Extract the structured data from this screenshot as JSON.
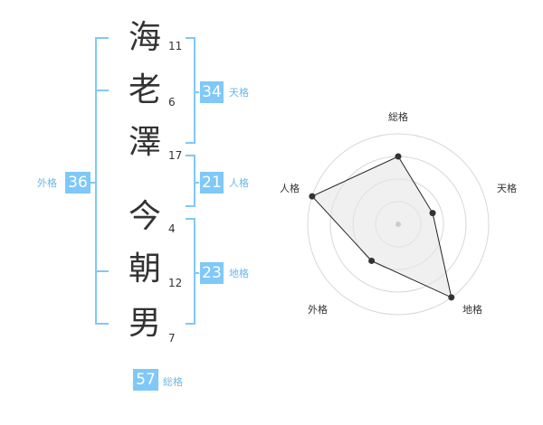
{
  "name": {
    "chars": [
      {
        "char": "海",
        "strokes": "11"
      },
      {
        "char": "老",
        "strokes": "6"
      },
      {
        "char": "澤",
        "strokes": "17"
      },
      {
        "char": "今",
        "strokes": "4"
      },
      {
        "char": "朝",
        "strokes": "12"
      },
      {
        "char": "男",
        "strokes": "7"
      }
    ]
  },
  "kakusu": {
    "tenkaku": {
      "value": "34",
      "label": "天格"
    },
    "jinkaku": {
      "value": "21",
      "label": "人格"
    },
    "chikaku": {
      "value": "23",
      "label": "地格"
    },
    "gaikaku": {
      "value": "36",
      "label": "外格"
    },
    "soukaku": {
      "value": "57",
      "label": "総格"
    }
  },
  "colors": {
    "accent": "#7fc8f8",
    "bracket": "#7fc8f8",
    "radar_fill": "#eeeeee"
  },
  "chart_data": {
    "type": "radar",
    "axes": [
      "総格",
      "天格",
      "地格",
      "外格",
      "人格"
    ],
    "values": [
      0.75,
      0.4,
      1.0,
      0.5,
      1.0
    ],
    "rings": 4
  }
}
